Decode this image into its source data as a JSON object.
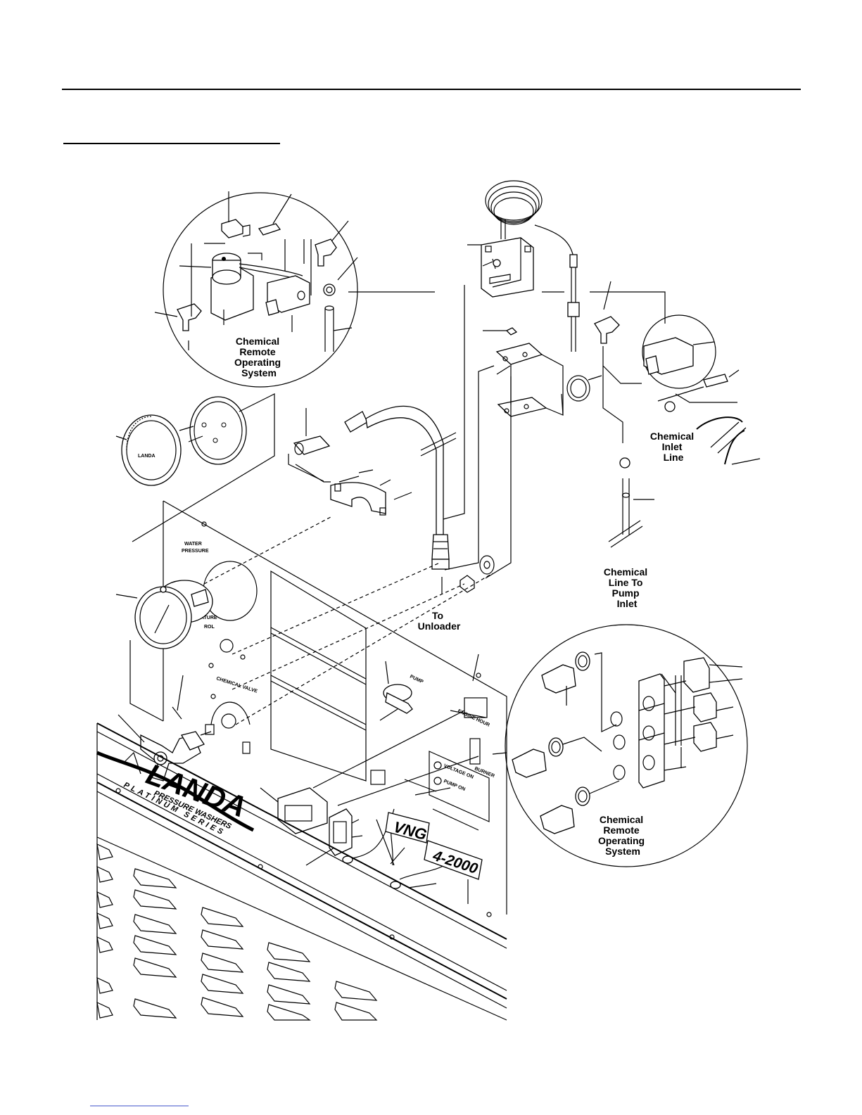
{
  "figure": {
    "labels": {
      "chem_remote_top": [
        "Chemical",
        "Remote",
        "Operating",
        "System"
      ],
      "chem_remote_bottom": [
        "Chemical",
        "Remote",
        "Operating",
        "System"
      ],
      "chem_inlet": [
        "Chemical",
        "Inlet",
        "Line"
      ],
      "chem_line_pump": [
        "Chemical",
        "Line To",
        "Pump",
        "Inlet"
      ],
      "unloader": [
        "To",
        "Unloader"
      ]
    },
    "panel_text": {
      "water_pressure": [
        "WATER",
        "PRESSURE"
      ],
      "temperature": [
        "ATURE",
        "ROL"
      ],
      "chemical_valve": "CHEMICAL VALVE",
      "pump": "PUMP",
      "engine_hour": "ENGINE HOUR",
      "burner": "BURNER",
      "voltage_on": "VOLTAGE ON",
      "pump_on": "PUMP ON",
      "model_a": "VNG",
      "model_b": "4-2000",
      "knob_brand": "LANDA"
    },
    "brand": {
      "name": "LANDA",
      "tagline": "PRESSURE WASHERS",
      "series": "PLATINUM SERIES"
    }
  }
}
